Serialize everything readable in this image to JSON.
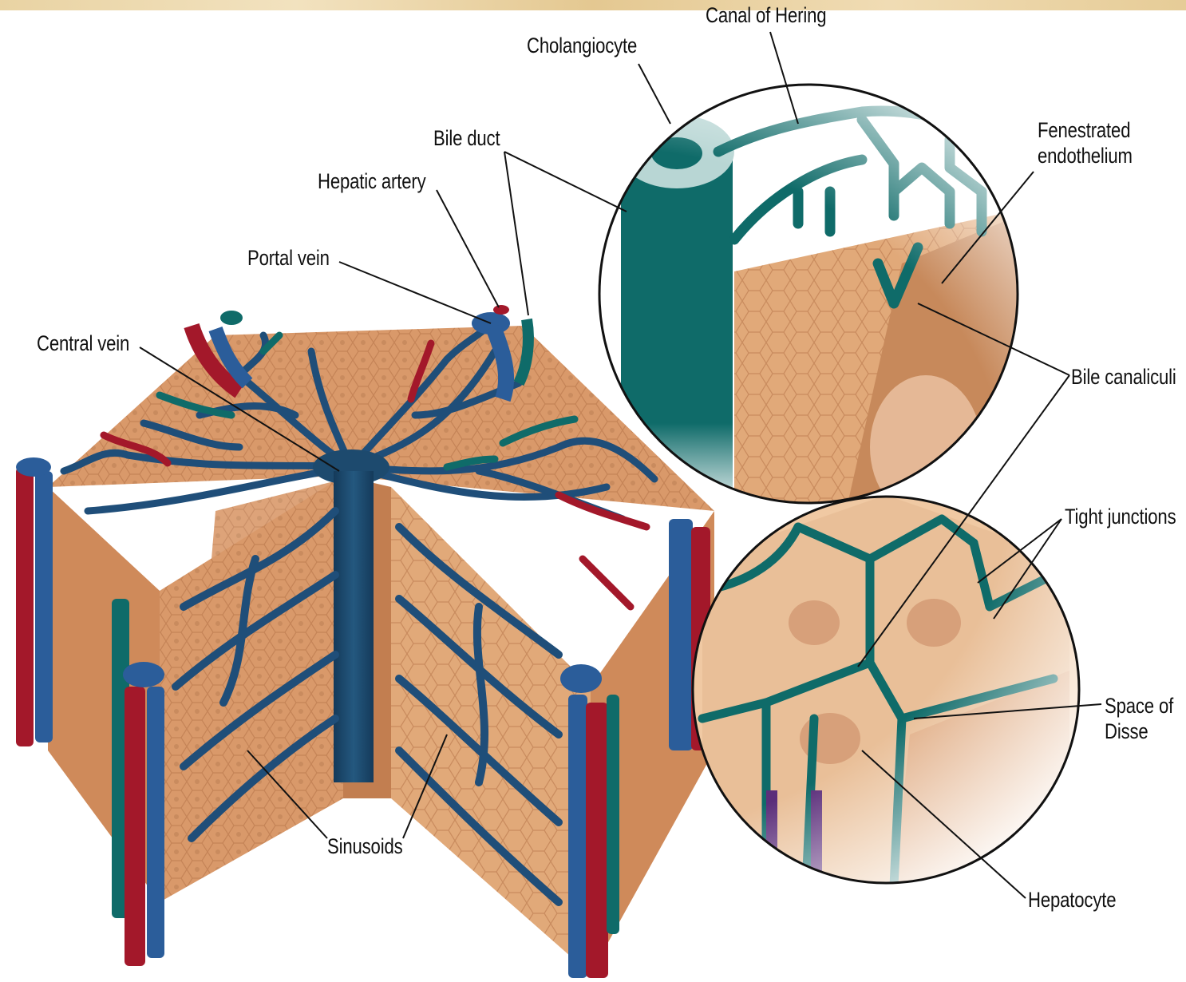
{
  "labels": {
    "canal_of_hering": "Canal of Hering",
    "cholangiocyte": "Cholangiocyte",
    "bile_duct": "Bile duct",
    "hepatic_artery": "Hepatic artery",
    "portal_vein": "Portal vein",
    "central_vein": "Central vein",
    "fenestrated_endothelium_1": "Fenestrated",
    "fenestrated_endothelium_2": "endothelium",
    "bile_canaliculi": "Bile canaliculi",
    "tight_junctions": "Tight junctions",
    "space_of_disse_1": "Space of",
    "space_of_disse_2": "Disse",
    "hepatocyte": "Hepatocyte",
    "sinusoids": "Sinusoids"
  },
  "colors": {
    "hepatocyte_tissue": "#d99a6c",
    "sinusoid_blue": "#1f4e79",
    "central_vein": "#1d4a6e",
    "artery_red": "#a3182a",
    "portal_blue": "#2b5d9a",
    "bile_teal": "#0f6b69"
  }
}
